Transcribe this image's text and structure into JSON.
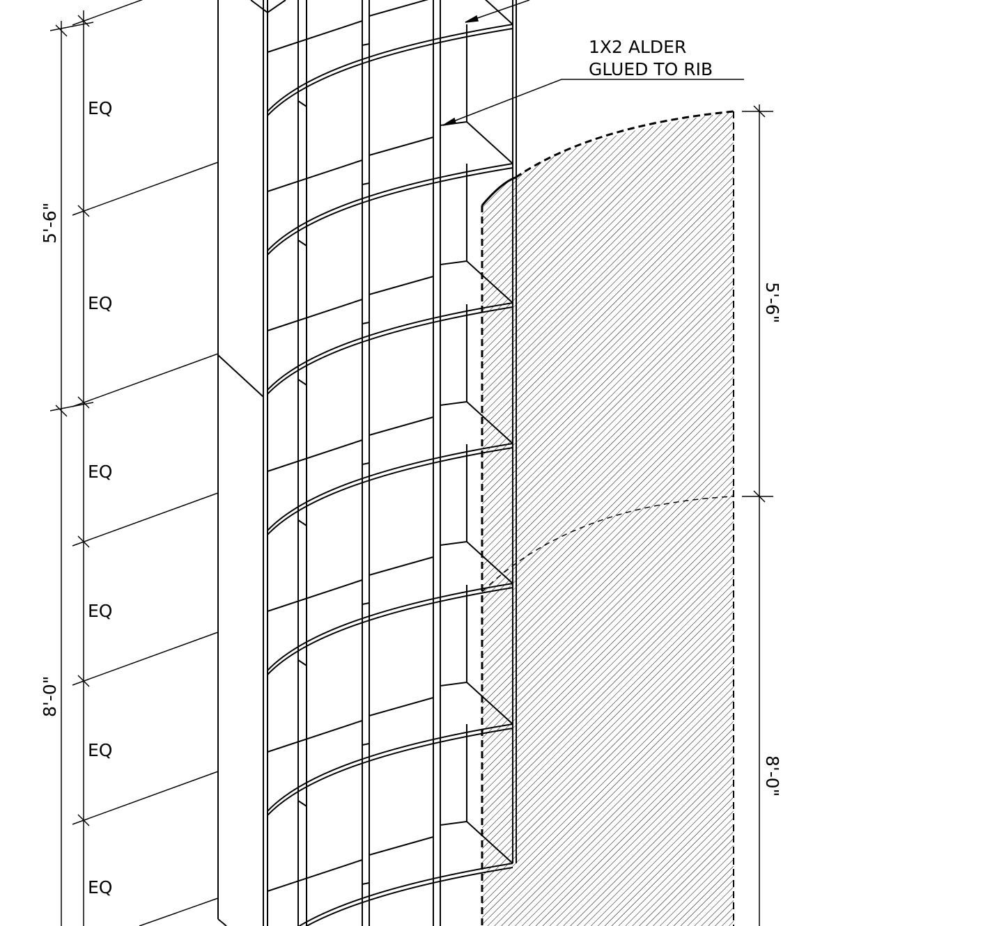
{
  "callout": {
    "line1": "1X2 ALDER",
    "line2": "GLUED TO RIB"
  },
  "left_dims": {
    "upper": "5'-6\"",
    "lower": "8'-0\""
  },
  "right_dims": {
    "upper": "5'-6\"",
    "lower": "8'-0\""
  },
  "eq_labels": [
    "EQ",
    "EQ",
    "EQ",
    "EQ",
    "EQ",
    "EQ"
  ],
  "colors": {
    "line": "#000000",
    "background": "#ffffff"
  }
}
